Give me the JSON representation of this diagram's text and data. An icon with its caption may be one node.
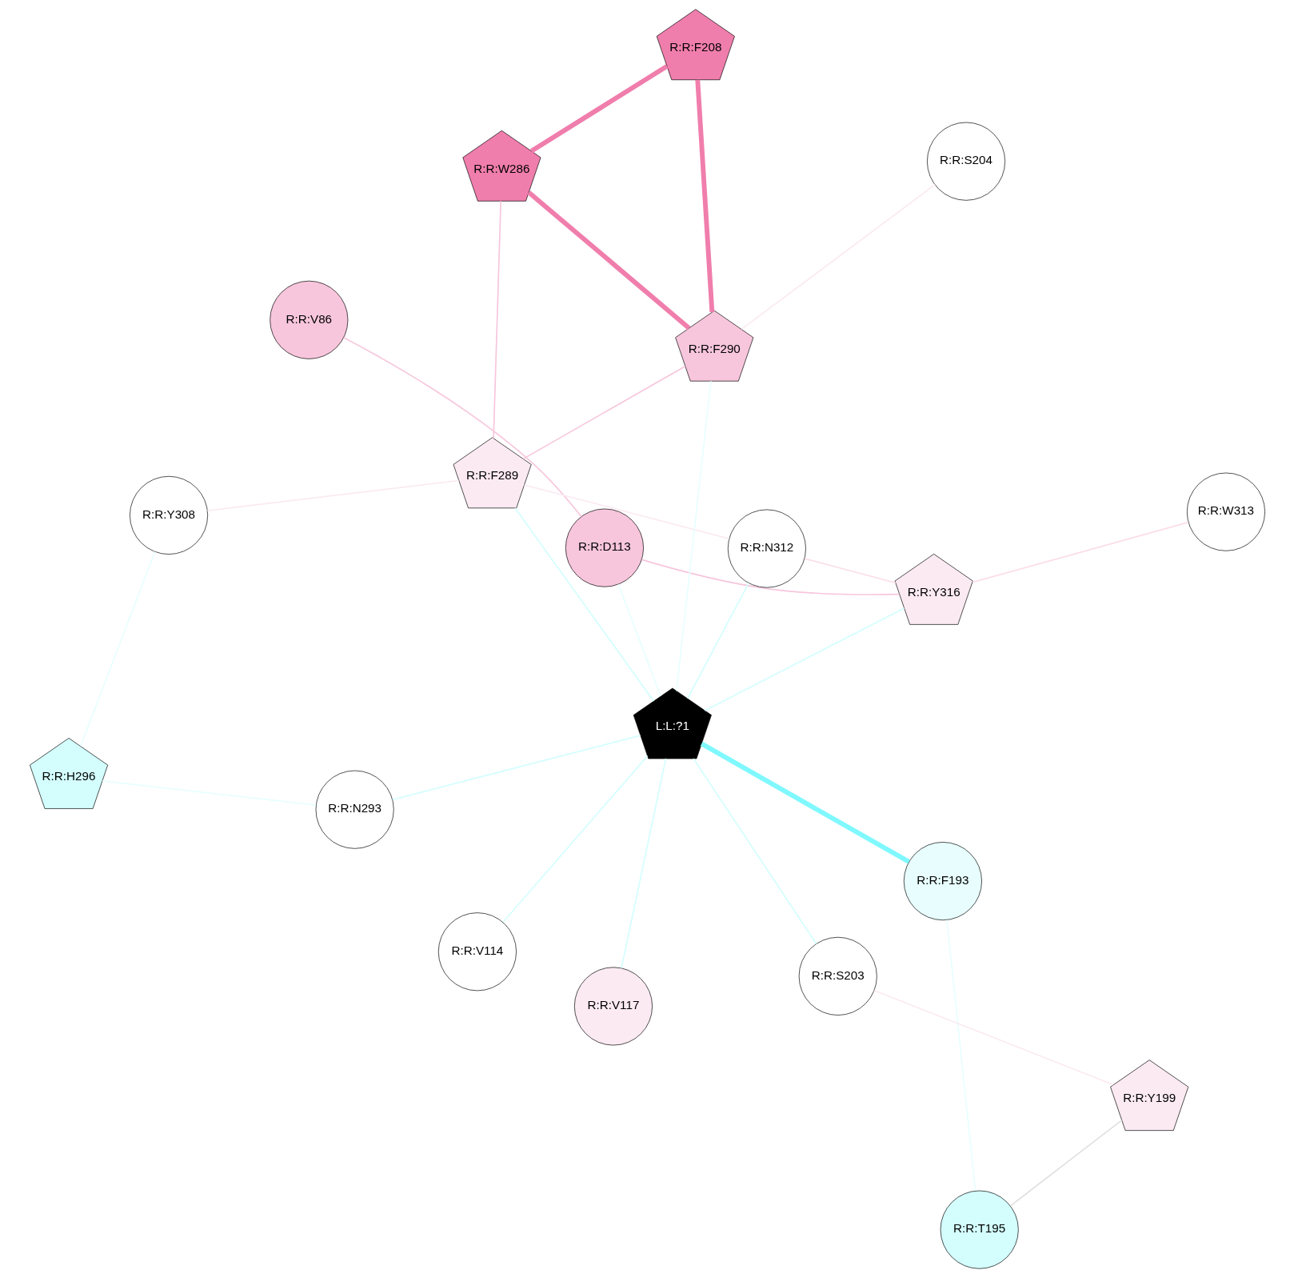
{
  "diagram": {
    "nodes": [
      {
        "text": [
          "R:R:V86"
        ]
      },
      {
        "text": [
          "R:R:W313"
        ]
      },
      {
        "text": [
          "R:R:T195"
        ]
      },
      {
        "text": [
          "R:R:D113"
        ]
      },
      {
        "text": [
          "R:R:Y316"
        ]
      },
      {
        "text": [
          "R:R:V114"
        ]
      },
      {
        "text": [
          "R:R:H296"
        ]
      },
      {
        "text": [
          "R:R:N312"
        ]
      },
      {
        "text": [
          "R:R:V117"
        ]
      },
      {
        "text": [
          "R:R:Y199"
        ]
      },
      {
        "text": [
          "L:L:?1"
        ]
      },
      {
        "text": [
          "R:R:N293"
        ]
      },
      {
        "text": [
          "R:R:F193"
        ]
      },
      {
        "text": [
          "R:R:Y308"
        ]
      },
      {
        "text": [
          "R:R:F290"
        ]
      },
      {
        "text": [
          "R:R:S203"
        ]
      },
      {
        "text": [
          "R:R:S204"
        ]
      },
      {
        "text": [
          "R:R:F289"
        ]
      },
      {
        "text": [
          "R:R:W286"
        ]
      },
      {
        "text": [
          "R:R:F208"
        ]
      }
    ],
    "edges": [
      {
        "from": 0,
        "to": 3,
        "arrow": "none",
        "color": "#f7c6dc"
      },
      {
        "from": 1,
        "to": 4,
        "arrow": "none",
        "color": "#fbdde9"
      },
      {
        "from": 2,
        "to": 12,
        "arrow": "none",
        "color": "#e8fefe"
      },
      {
        "from": 2,
        "to": 9,
        "arrow": "none",
        "color": "#e0e0e0"
      },
      {
        "from": 3,
        "to": 4,
        "arrow": "none",
        "color": "#f7c6dc"
      },
      {
        "from": 3,
        "to": 10,
        "arrow": "none",
        "color": "#e8fefe"
      },
      {
        "from": 4,
        "to": 7,
        "arrow": "none",
        "color": "#fbdde9"
      },
      {
        "from": 4,
        "to": 10,
        "arrow": "none",
        "color": "#d4fefe"
      },
      {
        "from": 5,
        "to": 10,
        "arrow": "none",
        "color": "#d4fefe"
      },
      {
        "from": 7,
        "to": 10,
        "arrow": "none",
        "color": "#d4fefe"
      },
      {
        "from": 7,
        "to": 17,
        "arrow": "none",
        "color": "#fbeaf2"
      },
      {
        "from": 8,
        "to": 10,
        "arrow": "none",
        "color": "#d4fefe"
      },
      {
        "from": 6,
        "to": 11,
        "arrow": "none",
        "color": "#e8fefe"
      },
      {
        "from": 6,
        "to": 13,
        "arrow": "none",
        "color": "#e8fefe"
      },
      {
        "from": 9,
        "to": 15,
        "arrow": "none",
        "color": "#fbeaf2"
      },
      {
        "from": 10,
        "to": 11,
        "arrow": "none",
        "color": "#d4fefe"
      },
      {
        "from": 10,
        "to": 12,
        "arrow": "none",
        "style": "thick",
        "color": "#7ff8fe"
      },
      {
        "from": 10,
        "to": 14,
        "arrow": "none",
        "color": "#e8fefe"
      },
      {
        "from": 10,
        "to": 17,
        "arrow": "none",
        "color": "#d4fefe"
      },
      {
        "from": 10,
        "to": 15,
        "arrow": "none",
        "color": "#d4fefe"
      },
      {
        "from": 14,
        "to": 16,
        "arrow": "none",
        "color": "#fbeaf2"
      },
      {
        "from": 14,
        "to": 17,
        "arrow": "none",
        "color": "#f7c6dc"
      },
      {
        "from": 14,
        "to": 18,
        "arrow": "none",
        "style": "thick",
        "color": "#f07eac"
      },
      {
        "from": 14,
        "to": 19,
        "arrow": "none",
        "style": "thick",
        "color": "#f07eac"
      },
      {
        "from": 13,
        "to": 17,
        "arrow": "none",
        "color": "#fbeaf2"
      },
      {
        "from": 17,
        "to": 18,
        "arrow": "none",
        "color": "#f7c6dc"
      },
      {
        "from": 18,
        "to": 19,
        "arrow": "none",
        "style": "thick",
        "color": "#f07eac"
      }
    ]
  }
}
